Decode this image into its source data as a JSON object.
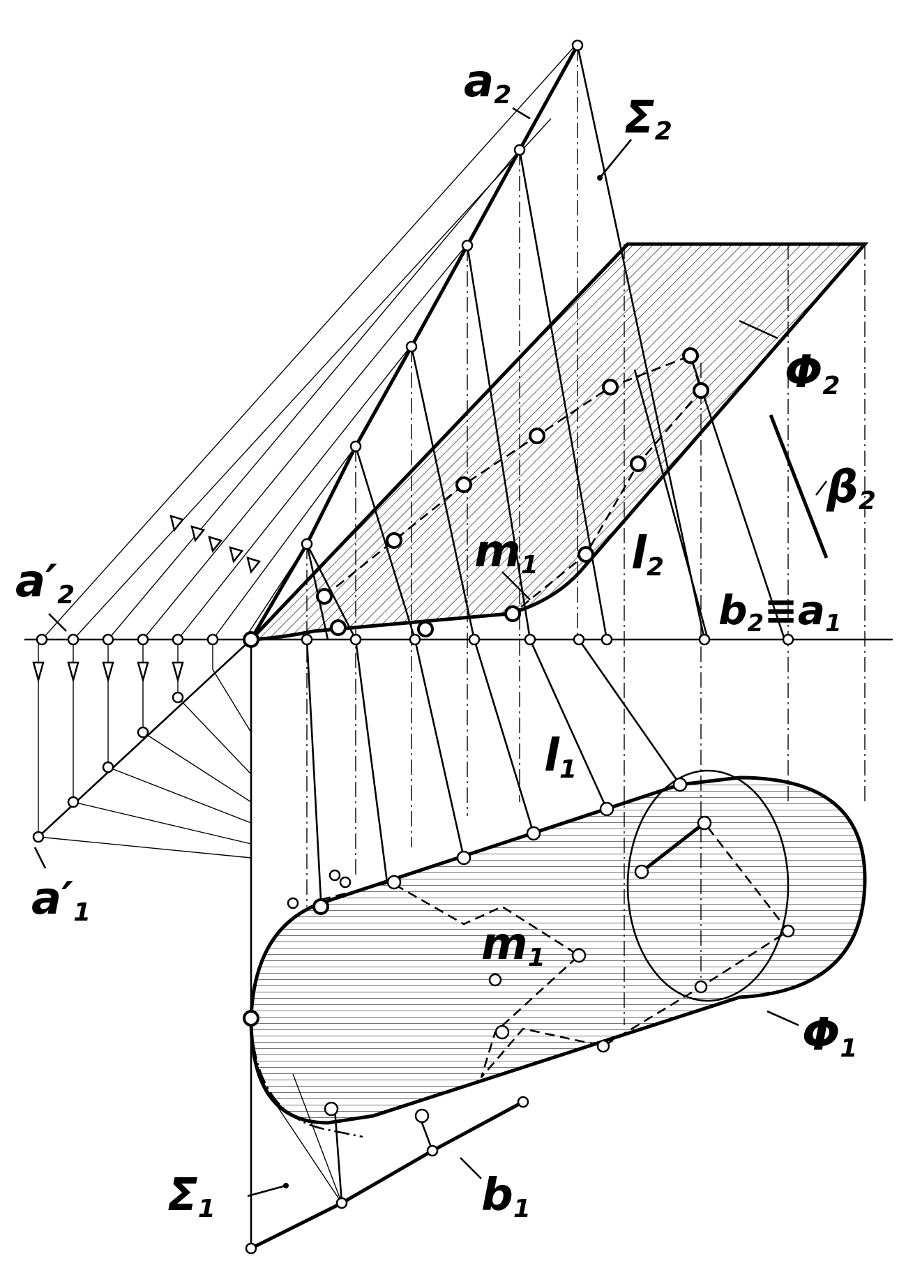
{
  "labels": {
    "a2": "a",
    "a2_sub": "2",
    "sigma2": "Σ",
    "sigma2_sub": "2",
    "phi2": "Φ",
    "phi2_sub": "2",
    "beta2": "β",
    "beta2_sub": "2",
    "m1_top": "m",
    "m1_top_sub": "1",
    "l2": "l",
    "l2_sub": "2",
    "a2prime": "a′",
    "a2prime_sub": "2",
    "b2a1": "b",
    "b2a1_sub": "2",
    "b2a1_eq": "≡",
    "b2a1_a": "a",
    "b2a1_a_sub": "1",
    "l1": "l",
    "l1_sub": "1",
    "a1prime": "a′",
    "a1prime_sub": "1",
    "m1_bottom": "m",
    "m1_bottom_sub": "1",
    "phi1": "Φ",
    "phi1_sub": "1",
    "sigma1": "Σ",
    "sigma1_sub": "1",
    "b1": "b",
    "b1_sub": "1"
  },
  "colors": {
    "ink": "#000000",
    "paper": "#ffffff"
  }
}
